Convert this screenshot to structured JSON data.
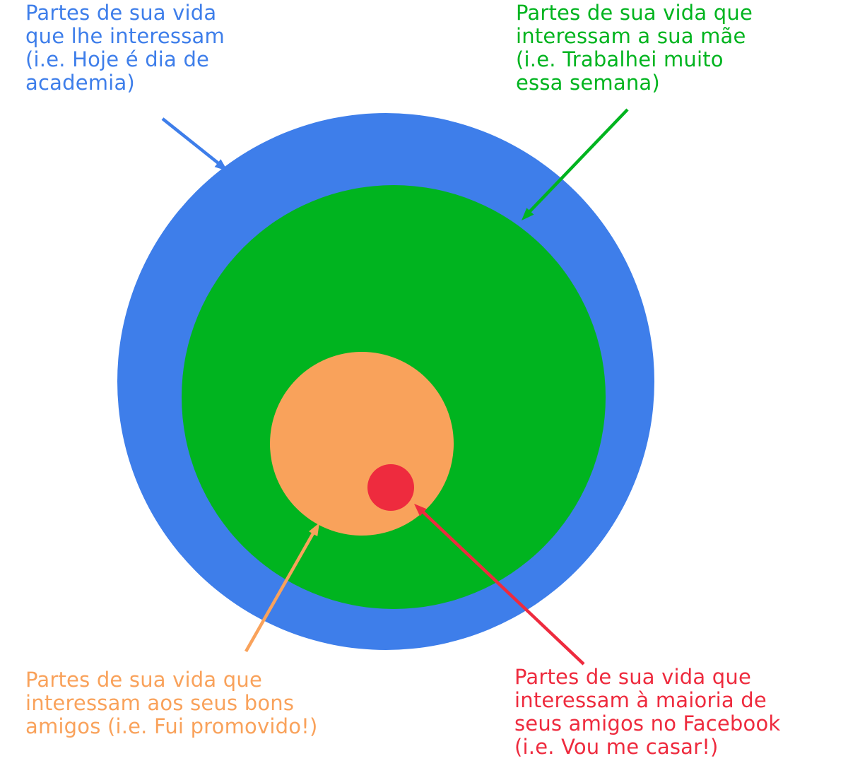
{
  "page": {
    "background": "#ffffff"
  },
  "diagram": {
    "type": "nested-circles",
    "rings": {
      "blue": {
        "color": "#3E7EEA",
        "label": "Partes de sua vida\nque lhe interessam\n(i.e. Hoje é dia de\nacademia)"
      },
      "green": {
        "color": "#00B41F",
        "label": "Partes de sua vida que\ninteressam a sua mãe\n(i.e. Trabalhei muito\nessa semana)"
      },
      "orange": {
        "color": "#F9A25B",
        "label": "Partes de sua vida que\ninteressam aos seus bons\namigos (i.e. Fui promovido!)"
      },
      "red": {
        "color": "#EE2B3E",
        "label": "Partes de sua vida que\ninteressam à maioria de\nseus amigos no Facebook\n(i.e. Vou me casar!)"
      }
    }
  }
}
